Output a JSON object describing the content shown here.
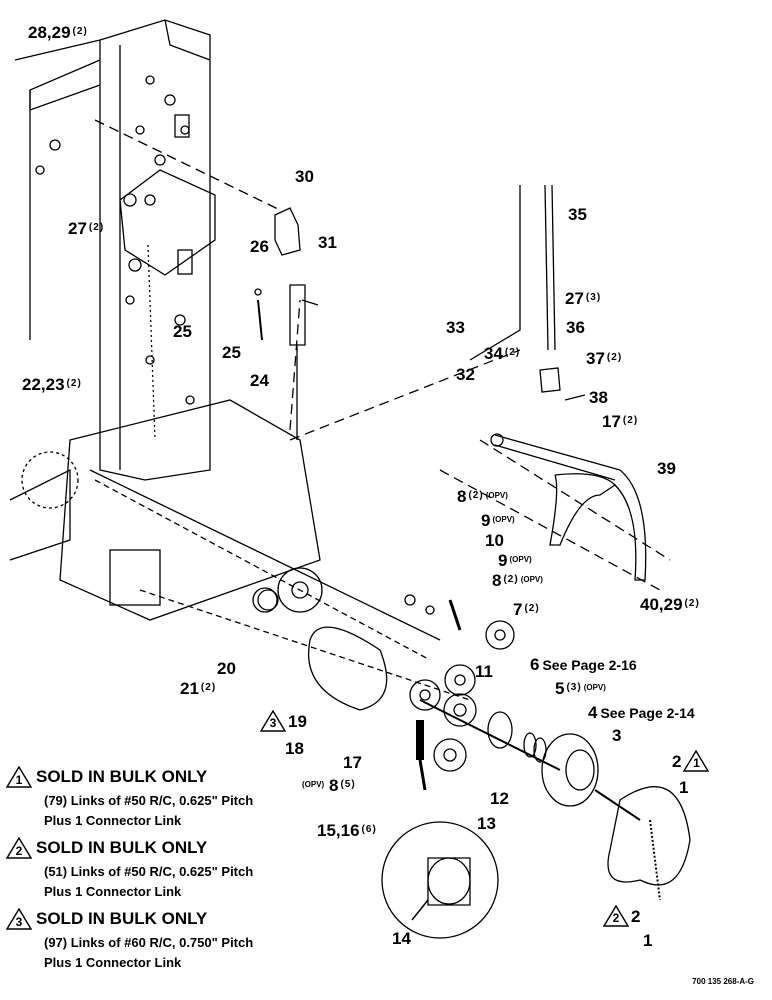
{
  "drawing_id": "700 135 268-A-G",
  "callouts": [
    {
      "id": "c28",
      "num": "28,29",
      "qty": "(2)"
    },
    {
      "id": "c30",
      "num": "30"
    },
    {
      "id": "c27a",
      "num": "27",
      "qty": "(2)"
    },
    {
      "id": "c26",
      "num": "26"
    },
    {
      "id": "c31",
      "num": "31"
    },
    {
      "id": "c25a",
      "num": "25"
    },
    {
      "id": "c25b",
      "num": "25"
    },
    {
      "id": "c24",
      "num": "24"
    },
    {
      "id": "c35",
      "num": "35"
    },
    {
      "id": "c27b",
      "num": "27",
      "qty": "(3)"
    },
    {
      "id": "c33",
      "num": "33"
    },
    {
      "id": "c36",
      "num": "36"
    },
    {
      "id": "c34",
      "num": "34",
      "qty": "(2)"
    },
    {
      "id": "c37",
      "num": "37",
      "qty": "(2)"
    },
    {
      "id": "c22",
      "num": "22,23",
      "qty": "(2)"
    },
    {
      "id": "c32",
      "num": "32"
    },
    {
      "id": "c38",
      "num": "38"
    },
    {
      "id": "c17a",
      "num": "17",
      "qty": "(2)"
    },
    {
      "id": "c39",
      "num": "39"
    },
    {
      "id": "c8a",
      "num": "8",
      "qty": "(2)",
      "opv": "(OPV)"
    },
    {
      "id": "c9a",
      "num": "9",
      "opv": "(OPV)"
    },
    {
      "id": "c10",
      "num": "10"
    },
    {
      "id": "c9b",
      "num": "9",
      "opv": "(OPV)"
    },
    {
      "id": "c8b",
      "num": "8",
      "qty": "(2)",
      "opv": "(OPV)"
    },
    {
      "id": "c40",
      "num": "40,29",
      "qty": "(2)"
    },
    {
      "id": "c7",
      "num": "7",
      "qty": "(2)"
    },
    {
      "id": "c6",
      "num": "6",
      "see": "See Page 2-16"
    },
    {
      "id": "c11",
      "num": "11"
    },
    {
      "id": "c20",
      "num": "20"
    },
    {
      "id": "c21",
      "num": "21",
      "qty": "(2)"
    },
    {
      "id": "c5",
      "num": "5",
      "qty": "(3)",
      "opv": "(OPV)"
    },
    {
      "id": "c4",
      "num": "4",
      "see": "See Page 2-14"
    },
    {
      "id": "c19",
      "num": "19"
    },
    {
      "id": "c18",
      "num": "18"
    },
    {
      "id": "c3",
      "num": "3"
    },
    {
      "id": "c17b",
      "num": "17"
    },
    {
      "id": "c8c",
      "num": "8",
      "qty": "(5)",
      "opvPrefix": "(OPV)"
    },
    {
      "id": "c2a",
      "num": "2"
    },
    {
      "id": "c1a",
      "num": "1"
    },
    {
      "id": "c12",
      "num": "12"
    },
    {
      "id": "c13",
      "num": "13"
    },
    {
      "id": "c15",
      "num": "15,16",
      "qty": "(6)"
    },
    {
      "id": "c2b",
      "num": "2"
    },
    {
      "id": "c1b",
      "num": "1"
    },
    {
      "id": "c14",
      "num": "14"
    }
  ],
  "notes": [
    {
      "mark": "1",
      "title": "SOLD IN BULK ONLY",
      "line1": "(79) Links of #50 R/C, 0.625\" Pitch",
      "line2": "Plus 1 Connector Link"
    },
    {
      "mark": "2",
      "title": "SOLD IN BULK ONLY",
      "line1": "(51) Links of #50 R/C, 0.625\" Pitch",
      "line2": "Plus 1 Connector Link"
    },
    {
      "mark": "3",
      "title": "SOLD IN BULK ONLY",
      "line1": "(97) Links of #60 R/C, 0.750\" Pitch",
      "line2": "Plus 1 Connector Link"
    }
  ],
  "inline_marks": [
    {
      "id": "m3",
      "mark": "3"
    },
    {
      "id": "m1",
      "mark": "1"
    },
    {
      "id": "m2",
      "mark": "2"
    }
  ]
}
